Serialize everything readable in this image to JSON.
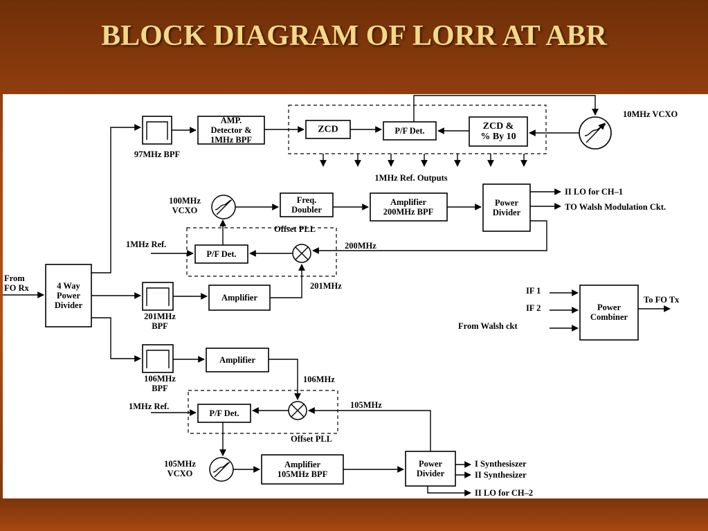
{
  "title": "BLOCK DIAGRAM OF LORR AT ABR",
  "blocks": {
    "amp_detector": "AMP.\nDetector &\n1MHz BPF",
    "zcd": "ZCD",
    "pf_det_top": "P/F Det.",
    "zcd_div10": "ZCD &\n% By 10",
    "freq_doubler": "Freq.\nDoubler",
    "amp_200": "Amplifier\n200MHz BPF",
    "power_divider_1": "Power\nDivider",
    "pf_det_mid": "P/F Det.",
    "four_way": "4 Way\nPower\nDivider",
    "amp_201": "Amplifier",
    "amp_106": "Amplifier",
    "pf_det_bot": "P/F Det.",
    "amp_105": "Amplifier\n105MHz BPF",
    "power_divider_2": "Power\nDivider",
    "power_combiner": "Power\nCombiner"
  },
  "labels": {
    "bpf_97": "97MHz BPF",
    "vcxo_10": "10MHz VCXO",
    "ref_outputs": "1MHz Ref. Outputs",
    "vcxo_100": "100MHz\nVCXO",
    "offset_pll_1": "Offset PLL",
    "ref_1mhz_a": "1MHz Ref.",
    "f_200mhz": "200MHz",
    "f_201mhz": "201MHz",
    "bpf_201": "201MHz\nBPF",
    "from_fo_rx": "From\nFO Rx",
    "ii_lo_ch1": "II LO for CH–1",
    "walsh_mod": "TO Walsh Modulation Ckt.",
    "if1": "IF 1",
    "if2": "IF 2",
    "from_walsh": "From Walsh ckt",
    "to_fo_tx": "To FO Tx",
    "bpf_106": "106MHz\nBPF",
    "f_106mhz": "106MHz",
    "ref_1mhz_b": "1MHz Ref.",
    "f_105mhz": "105MHz",
    "offset_pll_2": "Offset PLL",
    "vcxo_105": "105MHz\nVCXO",
    "i_synth": "I Synthesiszer",
    "ii_synth": "II Synthesizer",
    "ii_lo_ch2": "II LO for CH–2"
  }
}
